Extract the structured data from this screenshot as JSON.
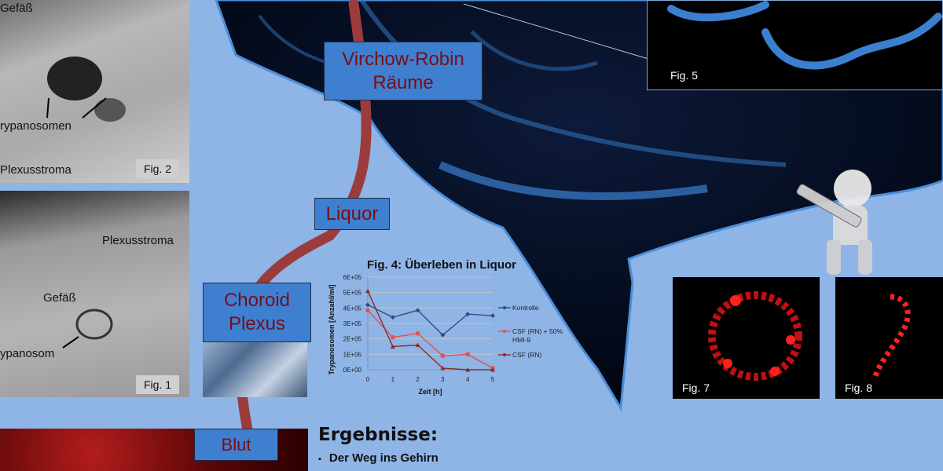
{
  "figures": {
    "fig1": {
      "tag": "Fig. 1",
      "labels": [
        "Plexusstroma",
        "Gefäß",
        "ypanosom"
      ]
    },
    "fig2": {
      "tag": "Fig. 2",
      "labels": [
        "Gefäß",
        "rypanosomen",
        "Plexusstroma"
      ]
    },
    "fig5": {
      "tag": "Fig. 5"
    },
    "fig7": {
      "tag": "Fig. 7"
    },
    "fig8": {
      "tag": "Fig. 8"
    }
  },
  "steps": {
    "virchow": "Virchow-Robin Räume",
    "liquor": "Liquor",
    "choroid": "Choroid Plexus",
    "blut": "Blut"
  },
  "results": {
    "heading": "Ergebnisse:",
    "bullet_symbol": "▪",
    "items": [
      "Der Weg ins Gehirn"
    ]
  },
  "chart_data": {
    "type": "line",
    "title": "Fig. 4: Überleben in Liquor",
    "xlabel": "Zeit [h]",
    "ylabel": "Trypanosomen [Anzahl/ml]",
    "x": [
      0,
      1,
      2,
      3,
      4,
      5
    ],
    "xticks": [
      "0",
      "1",
      "2",
      "3",
      "4",
      "5"
    ],
    "yticks": [
      "0E+00",
      "1E+05",
      "2E+05",
      "3E+05",
      "4E+05",
      "5E+05",
      "6E+05"
    ],
    "ylim": [
      0,
      600000
    ],
    "grid": true,
    "legend": "right",
    "series": [
      {
        "name": "Kontrolle",
        "color": "#2a4f82",
        "marker": "diamond",
        "values": [
          420000,
          340000,
          385000,
          225000,
          360000,
          350000
        ]
      },
      {
        "name": "CSF (RN) + 50% HMI-9",
        "color": "#e05252",
        "marker": "square",
        "values": [
          385000,
          210000,
          235000,
          90000,
          100000,
          10000
        ]
      },
      {
        "name": "CSF (RN)",
        "color": "#8b2a2a",
        "marker": "triangle",
        "values": [
          510000,
          150000,
          160000,
          10000,
          0,
          0
        ]
      }
    ]
  },
  "colors": {
    "step_box": "#3f7fd0",
    "step_text": "#7a0d14",
    "arrow": "#9c3b3b",
    "background": "#8fb4e6"
  }
}
